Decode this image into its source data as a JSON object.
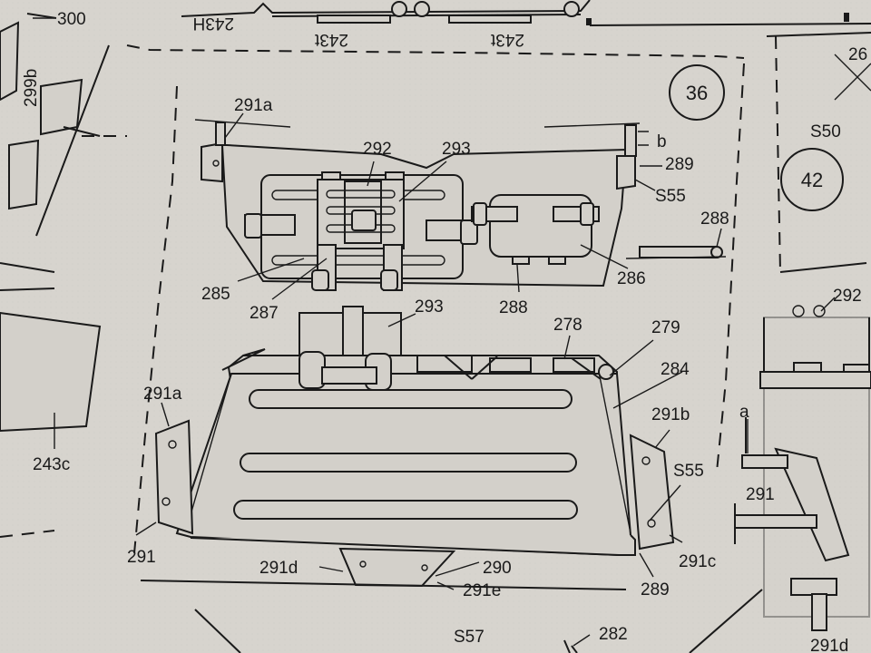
{
  "badges": {
    "step_36": "36",
    "step_42": "42"
  },
  "labels": {
    "l300": "300",
    "l299b": "299b",
    "l243h": "243H",
    "l243t_a": "243t",
    "l243t_b": "243t",
    "l26": "26",
    "l291a_top": "291a",
    "l292_top": "292",
    "l293_top": "293",
    "lb": "b",
    "l289_top": "289",
    "l55_top": "S55",
    "l288_right": "288",
    "l50": "S50",
    "l285": "285",
    "l287": "287",
    "l288_mid": "288",
    "l286": "286",
    "l293_mid": "293",
    "l278": "278",
    "l279": "279",
    "l284": "284",
    "l291a_left": "291a",
    "l291b": "291b",
    "l55_right": "S55",
    "l243c": "243c",
    "l291_left": "291",
    "l291d": "291d",
    "l290": "290",
    "l291e": "291e",
    "l291c": "291c",
    "l289_bottom": "289",
    "l57": "S57",
    "l282": "282",
    "la": "a",
    "l291_right": "291",
    "l292_right": "292",
    "l291d_corner": "291d"
  }
}
